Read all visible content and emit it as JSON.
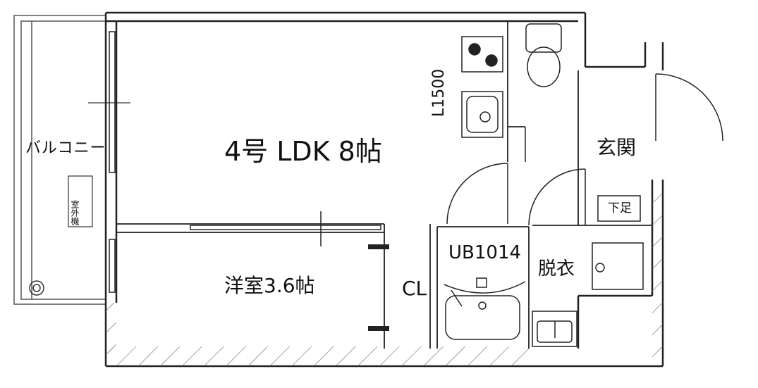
{
  "rooms": {
    "ldk": "4号  LDK 8帖",
    "western": "洋室3.6帖",
    "closet": "CL",
    "bath": "UB1014",
    "dressing": "脱衣",
    "entrance": "玄関",
    "shoe_storage": "下足",
    "balcony": "バルコニー",
    "ac_unit": "室外機"
  },
  "kitchen": {
    "width_label": "L1500"
  }
}
